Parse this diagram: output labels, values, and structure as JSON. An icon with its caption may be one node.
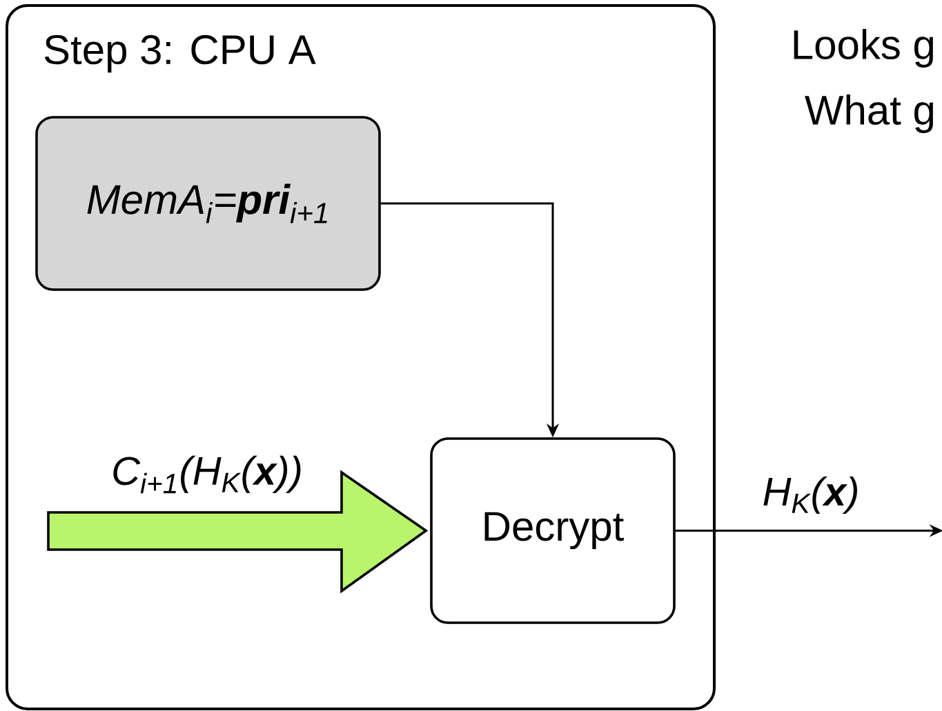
{
  "diagram": {
    "nodes": [
      {
        "text": [
          "Step 3: CPU A"
        ]
      },
      {
        "text": [
          "MemA$_{i}$=**pri**$_{i+1}$"
        ],
        "in": 0
      },
      {
        "text": [
          "Decrypt"
        ],
        "in": 0
      }
    ],
    "edges": [
      {
        "from": null,
        "to": 2,
        "arrow": "to",
        "label": "C$_{i+1}$(H$_{K}$(**x**))",
        "style": "thick",
        "color": "#b8f56a"
      },
      {
        "from": 1,
        "to": 2,
        "arrow": "to"
      },
      {
        "from": 2,
        "to": null,
        "arrow": "to",
        "label": "H$_{K}$(**x**)"
      }
    ],
    "labels": [
      "Looks g",
      "What g"
    ]
  }
}
